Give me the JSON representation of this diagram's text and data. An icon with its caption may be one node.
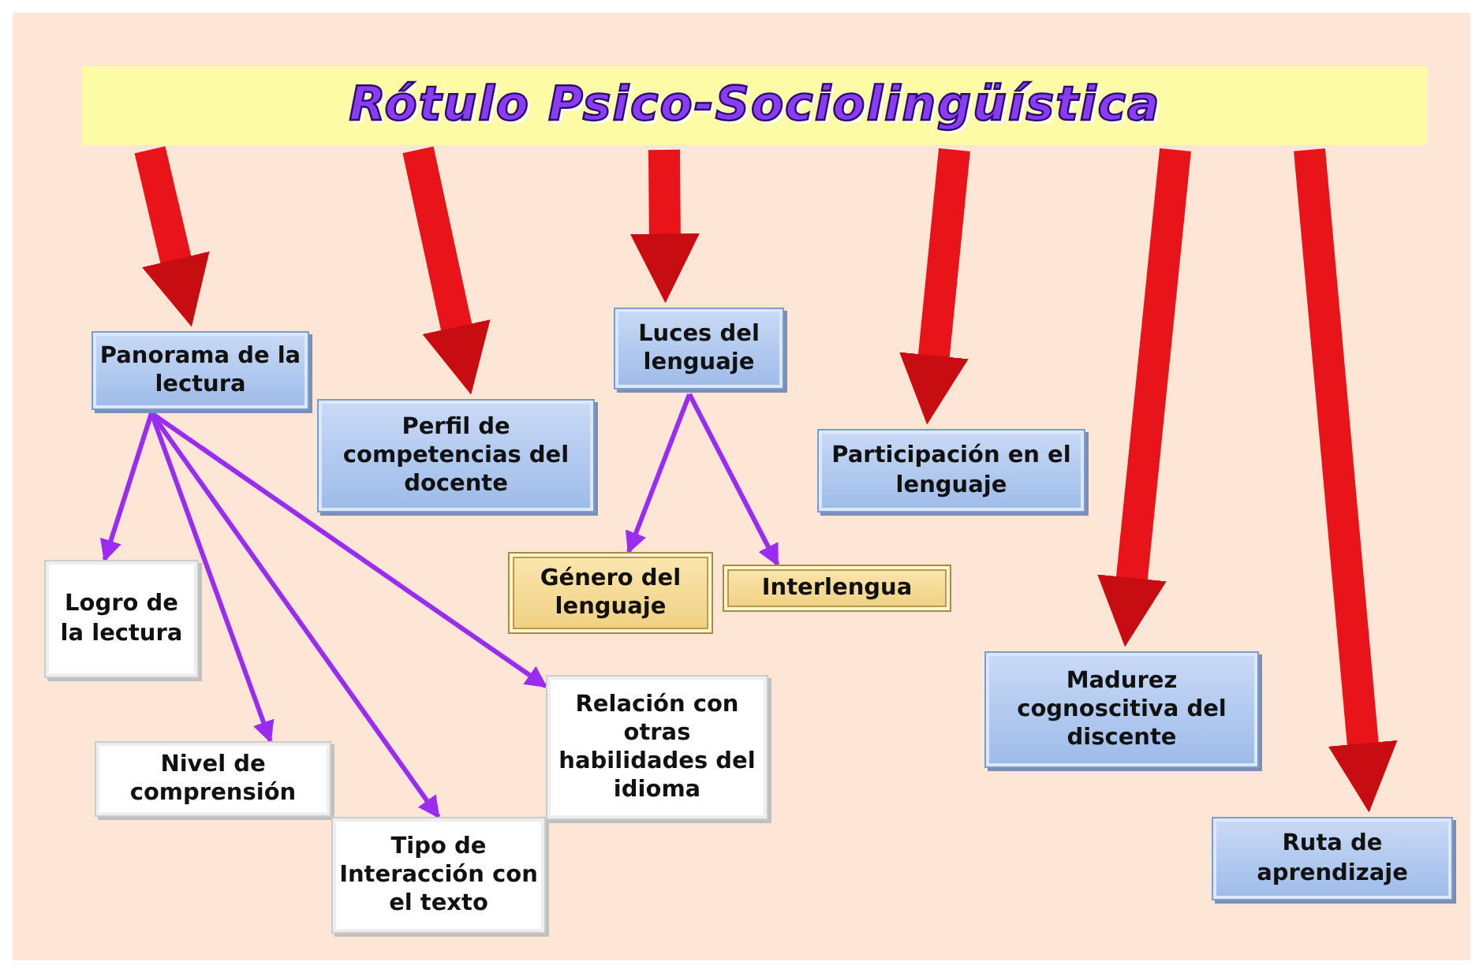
{
  "diagram": {
    "nodes": [
      {
        "text": [
          "Rótulo Psico-Sociolingüística"
        ]
      },
      {
        "text": [
          "Panorama de la lectura"
        ]
      },
      {
        "text": [
          "Perfil de competencias del docente"
        ]
      },
      {
        "text": [
          "Luces del lenguaje"
        ]
      },
      {
        "text": [
          "Participación en el lenguaje"
        ]
      },
      {
        "text": [
          "Madurez cognoscitiva del discente"
        ]
      },
      {
        "text": [
          "Ruta de aprendizaje"
        ]
      },
      {
        "text": [
          "Logro de la lectura"
        ]
      },
      {
        "text": [
          "Nivel de comprensión"
        ]
      },
      {
        "text": [
          "Tipo de Interacción con el texto"
        ]
      },
      {
        "text": [
          "Relación con otras habilidades del idioma"
        ]
      },
      {
        "text": [
          "Género del lenguaje"
        ]
      },
      {
        "text": [
          "Interlengua"
        ]
      }
    ],
    "edges": [
      {
        "from": 0,
        "to": 1,
        "arrow": "to",
        "style": "thick",
        "color": "#e8141a"
      },
      {
        "from": 0,
        "to": 2,
        "arrow": "to",
        "style": "thick",
        "color": "#e8141a"
      },
      {
        "from": 0,
        "to": 3,
        "arrow": "to",
        "style": "thick",
        "color": "#e8141a"
      },
      {
        "from": 0,
        "to": 4,
        "arrow": "to",
        "style": "thick",
        "color": "#e8141a"
      },
      {
        "from": 0,
        "to": 5,
        "arrow": "to",
        "style": "thick",
        "color": "#e8141a"
      },
      {
        "from": 0,
        "to": 6,
        "arrow": "to",
        "style": "thick",
        "color": "#e8141a"
      },
      {
        "from": 1,
        "to": 7,
        "arrow": "to",
        "color": "#9a2cf0"
      },
      {
        "from": 1,
        "to": 8,
        "arrow": "to",
        "color": "#9a2cf0"
      },
      {
        "from": 1,
        "to": 9,
        "arrow": "to",
        "color": "#9a2cf0"
      },
      {
        "from": 1,
        "to": 10,
        "arrow": "to",
        "color": "#9a2cf0"
      },
      {
        "from": 3,
        "to": 11,
        "arrow": "to",
        "color": "#9a2cf0"
      },
      {
        "from": 3,
        "to": 12,
        "arrow": "to",
        "color": "#9a2cf0"
      }
    ]
  }
}
